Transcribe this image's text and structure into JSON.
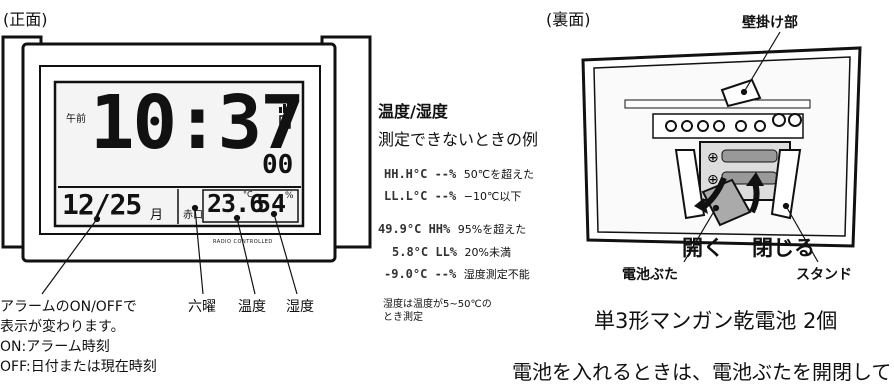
{
  "front": {
    "heading": "(正面)",
    "display": {
      "ampm": "午前",
      "time_hm": "10:37",
      "seconds": "00",
      "date": "12/25",
      "date_unit": "月",
      "rokuyo": "赤口",
      "temperature": "23.6",
      "temp_unit": "°C",
      "humidity": "54",
      "hum_unit": "%",
      "brand": "RADIO CONTROLLED"
    },
    "labels": {
      "alarm_title": "アラームのON/OFFで",
      "alarm_line2": "表示が変わります。",
      "alarm_on": "ON:アラーム時刻",
      "alarm_off": "OFF:日付または現在時刻",
      "rokuyo": "六曜",
      "temperature": "温度",
      "humidity": "湿度"
    }
  },
  "measure": {
    "title": "温度/湿度",
    "subtitle": "測定できないときの例",
    "examples": [
      {
        "display": "HH.H°C --%",
        "text": "50℃を超えた"
      },
      {
        "display": "LL.L°C --%",
        "text": "−10℃以下"
      },
      {
        "display": "49.9°C HH%",
        "text": "95%を超えた"
      },
      {
        "display": "5.8°C LL%",
        "text": "20%未満"
      },
      {
        "display": "-9.0°C --%",
        "text": "湿度測定不能"
      }
    ],
    "note_line1": "湿度は温度が5~50℃の",
    "note_line2": "とき測定"
  },
  "back": {
    "heading": "(裏面)",
    "wall_hook": "壁掛け部",
    "open": "開く",
    "close": "閉じる",
    "battery_cover": "電池ぶた",
    "stand": "スタンド",
    "battery_info": "単3形マンガン乾電池 2個",
    "bottom_note": "電池を入れるときは、電池ぶたを開閉して"
  }
}
